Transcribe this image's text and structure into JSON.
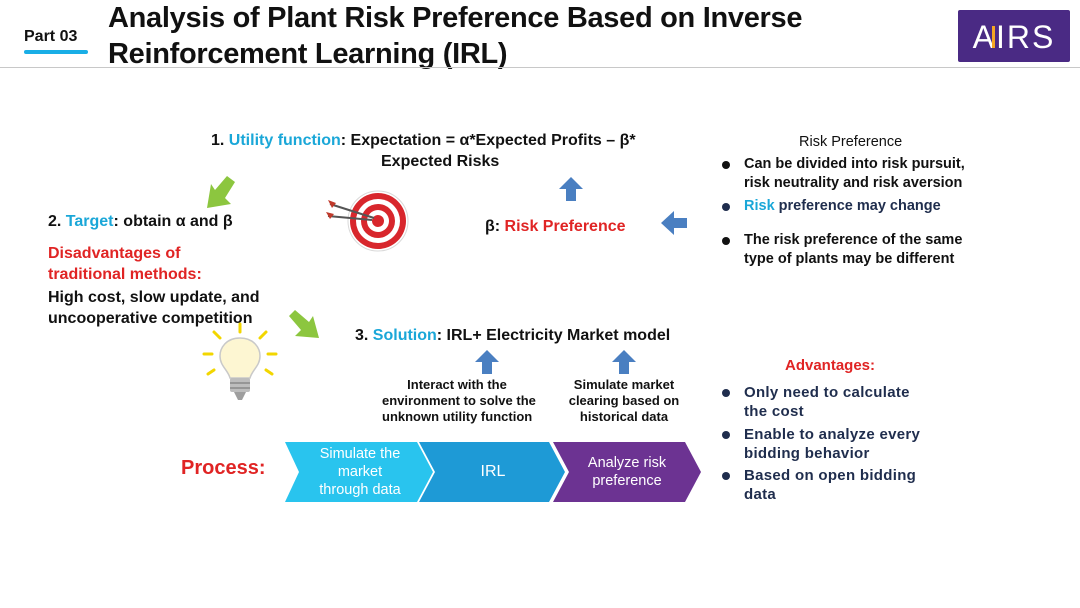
{
  "header": {
    "part": "Part 03",
    "title_line1": "Analysis of Plant Risk Preference Based on Inverse",
    "title_line2": "Reinforcement Learning (IRL)",
    "logo_text": "AIRS"
  },
  "utility": {
    "num": "1.",
    "label": "Utility function",
    "line1": ": Expectation = α*Expected Profits – β*",
    "line2": "Expected Risks"
  },
  "target": {
    "num": "2.",
    "label": "Target",
    "text": ": obtain α and β"
  },
  "disadvantages": {
    "title_line1": "Disadvantages of",
    "title_line2": "traditional methods:",
    "line1": "High cost, slow update, and",
    "line2": "uncooperative competition"
  },
  "beta": {
    "prefix": "β: ",
    "label": "Risk Preference"
  },
  "risk_pref": {
    "title": "Risk Preference",
    "b1_line1": "Can be divided into risk pursuit,",
    "b1_line2": "risk neutrality and risk aversion",
    "b2_w1": "Risk",
    "b2_w2": " preference ",
    "b2_w3": "may change",
    "b3_line1": "The risk preference of the same",
    "b3_line2": "type of plants may be different"
  },
  "solution": {
    "num": "3.",
    "label": "Solution",
    "text": ": IRL+ Electricity Market model"
  },
  "interact": {
    "line1": "Interact with the",
    "line2": "environment to solve the",
    "line3": "unknown utility function"
  },
  "simulate": {
    "line1": "Simulate market",
    "line2": "clearing based on",
    "line3": "historical data"
  },
  "process": {
    "label": "Process:",
    "steps": [
      {
        "line1": "Simulate the",
        "line2": "market",
        "line3": "through data",
        "color": "#29c4ee"
      },
      {
        "line1": "IRL",
        "color": "#1e9ad6"
      },
      {
        "line1": "Analyze risk",
        "line2": "preference",
        "color": "#6c3392"
      }
    ]
  },
  "advantages": {
    "title": "Advantages:",
    "a1_line1": "Only need to calculate",
    "a1_line2": "the cost",
    "a2_line1": "Enable to analyze every",
    "a2_line2": "bidding behavior",
    "a3_line1": "Based on open bidding",
    "a3_line2": "data"
  },
  "icons": {
    "target": "target-icon",
    "bulb": "lightbulb-icon",
    "arrows": "arrow-icon"
  },
  "colors": {
    "cyan": "#1aa7d8",
    "red": "#e02424",
    "green_arrow": "#8cc63f",
    "blue_arrow": "#4a7fc1",
    "logo_bg": "#4a2a84"
  }
}
